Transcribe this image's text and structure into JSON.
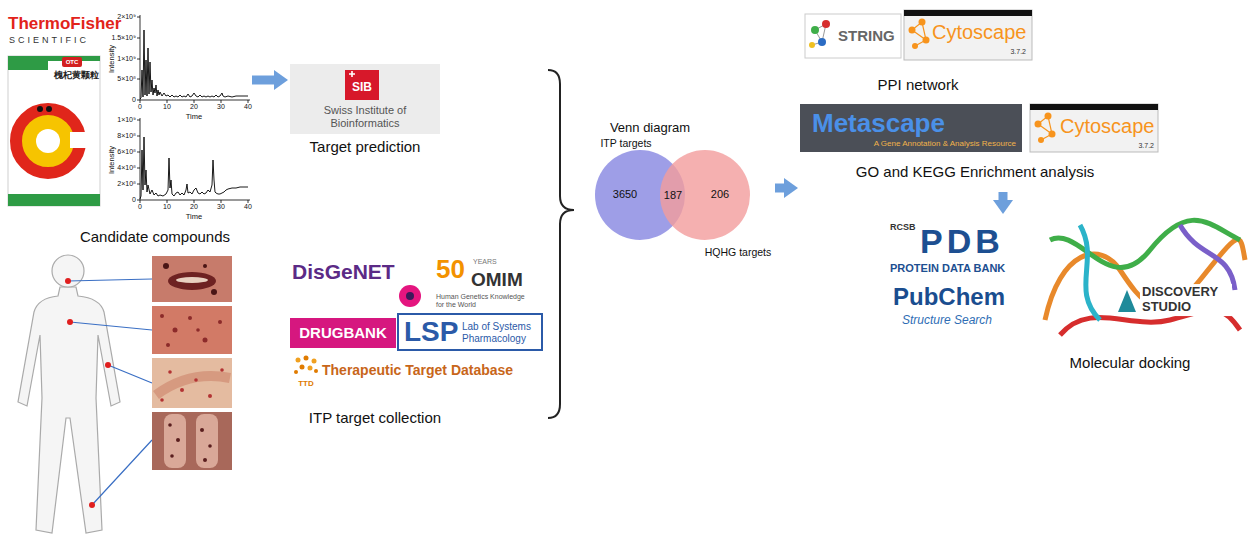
{
  "diagram": {
    "nodes": [
      {
        "text": [
          "Candidate compounds"
        ]
      },
      {
        "text": [
          "Target prediction"
        ]
      },
      {
        "text": [
          "ITP target collection"
        ]
      },
      {
        "text": [
          "Venn diagram"
        ]
      },
      {
        "text": [
          "ITP targets",
          "3650"
        ],
        "in": 3
      },
      {
        "text": [
          "HQHG targets",
          "206"
        ],
        "in": 3
      },
      {
        "text": [
          "PPI network"
        ]
      },
      {
        "text": [
          "GO and KEGG Enrichment analysis"
        ]
      },
      {
        "text": [
          "Molecular docking"
        ]
      }
    ],
    "edges": [
      {
        "from": 0,
        "to": 1,
        "arrow": "to"
      },
      {
        "from": 3,
        "to": 7,
        "arrow": "to"
      },
      {
        "from": 7,
        "to": 8,
        "arrow": "to"
      }
    ],
    "labels": [
      "ThermoFisher",
      "SCIENTIFIC",
      "2×10⁹",
      "1.5×10⁹",
      "1×10⁹",
      "5×10⁸",
      "0",
      "Intensity",
      "0",
      "10",
      "20",
      "30",
      "40",
      "Time",
      "OTC",
      "槐杞黄颗粒",
      "1×10⁹",
      "8×10⁸",
      "6×10⁸",
      "4×10⁸",
      "2×10⁸",
      "0",
      "Intensity",
      "0",
      "10",
      "20",
      "30",
      "40",
      "Time",
      "SIB",
      "Swiss Institute of Bioinformatics",
      "DisGeNET",
      "50",
      "YEARS",
      "OMIM",
      "Human Genetics Knowledge for the World",
      "DRUGBANK",
      "LSP",
      "Lab of Systems Pharmacology",
      "TTD",
      "Therapeutic Target Database",
      "187",
      "STRING",
      "Cytoscape",
      "3.7.2",
      "Metascape",
      "A Gene Annotation & Analysis Resource",
      "Cytoscape",
      "3.7.2",
      "RCSB",
      "PDB",
      "PROTEIN DATA BANK",
      "PubChem",
      "Structure Search",
      "DISCOVERY STUDIO"
    ]
  }
}
